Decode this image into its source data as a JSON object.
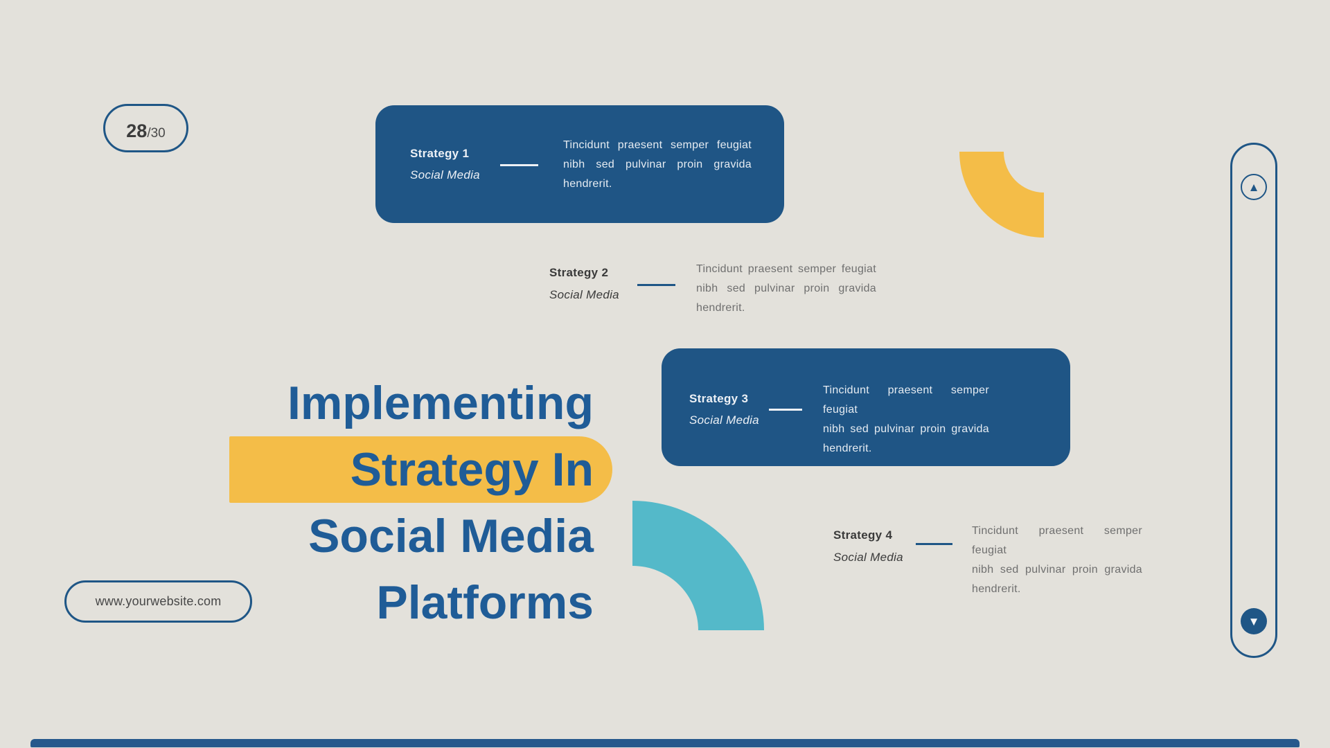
{
  "slide": {
    "background": "#E3E1DB",
    "counter": {
      "current": "28",
      "total": "/30"
    },
    "title": {
      "line1": "Implementing",
      "line2_highlight": "Strategy In",
      "line3": "Social Media",
      "line4": "Platforms",
      "text_color": "#1F5C97",
      "highlight_color": "#F4BD48"
    },
    "website": "www.yourwebsite.com",
    "strategies": [
      {
        "label": "Strategy 1",
        "sublabel": "Social Media",
        "body_lines": [
          "Tincidunt praesent semper feugiat",
          "nibh sed pulvinar proin gravida",
          "hendrerit."
        ],
        "on_card": true
      },
      {
        "label": "Strategy 2",
        "sublabel": "Social Media",
        "body_lines": [
          "Tincidunt praesent semper feugiat",
          "nibh sed pulvinar proin gravida",
          "hendrerit."
        ],
        "on_card": false
      },
      {
        "label": "Strategy 3",
        "sublabel": "Social Media",
        "body_lines": [
          "Tincidunt praesent semper feugiat",
          "nibh sed pulvinar proin gravida",
          "hendrerit."
        ],
        "on_card": true
      },
      {
        "label": "Strategy 4",
        "sublabel": "Social Media",
        "body_lines": [
          "Tincidunt praesent semper feugiat",
          "nibh sed pulvinar proin gravida",
          "hendrerit."
        ],
        "on_card": false
      }
    ],
    "colors": {
      "card_blue": "#1F5585",
      "accent_blue": "#1F5686",
      "yellow": "#F4BD48",
      "teal": "#54B9C9",
      "body_text": "#6F6F6F",
      "label_text": "#3A3A3A",
      "card_text": "#E6ECF2"
    },
    "scrollbar": {
      "up_icon": "▲",
      "down_icon": "▼"
    }
  }
}
